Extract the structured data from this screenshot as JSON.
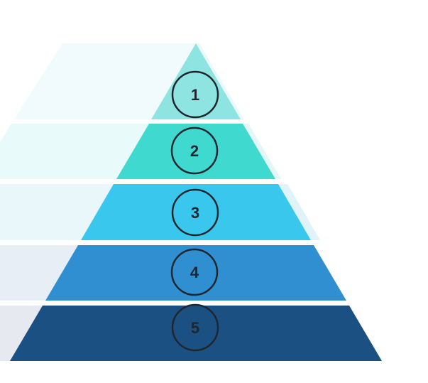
{
  "diagram": {
    "type": "pyramid",
    "level_count": 5,
    "background_color": "#ffffff",
    "levels": [
      {
        "number": "1",
        "color": "#8EE4E0",
        "pale_color": "#F1FBFD",
        "sliver_color": "#EAF9FB"
      },
      {
        "number": "2",
        "color": "#40D9CF",
        "pale_color": "#E9FAFA",
        "sliver_color": "#E3F7F7"
      },
      {
        "number": "3",
        "color": "#3AC7EE",
        "pale_color": "#E9F6FA",
        "sliver_color": "#DFF3F8"
      },
      {
        "number": "4",
        "color": "#2F8FD0",
        "pale_color": "#E8EEF6"
      },
      {
        "number": "5",
        "color": "#1B5083",
        "pale_color": "#E6E9F0"
      }
    ],
    "styles": {
      "circle_stroke": "#20262E",
      "number_color": "#20262E",
      "separator_color": "#FFFFFF"
    }
  }
}
